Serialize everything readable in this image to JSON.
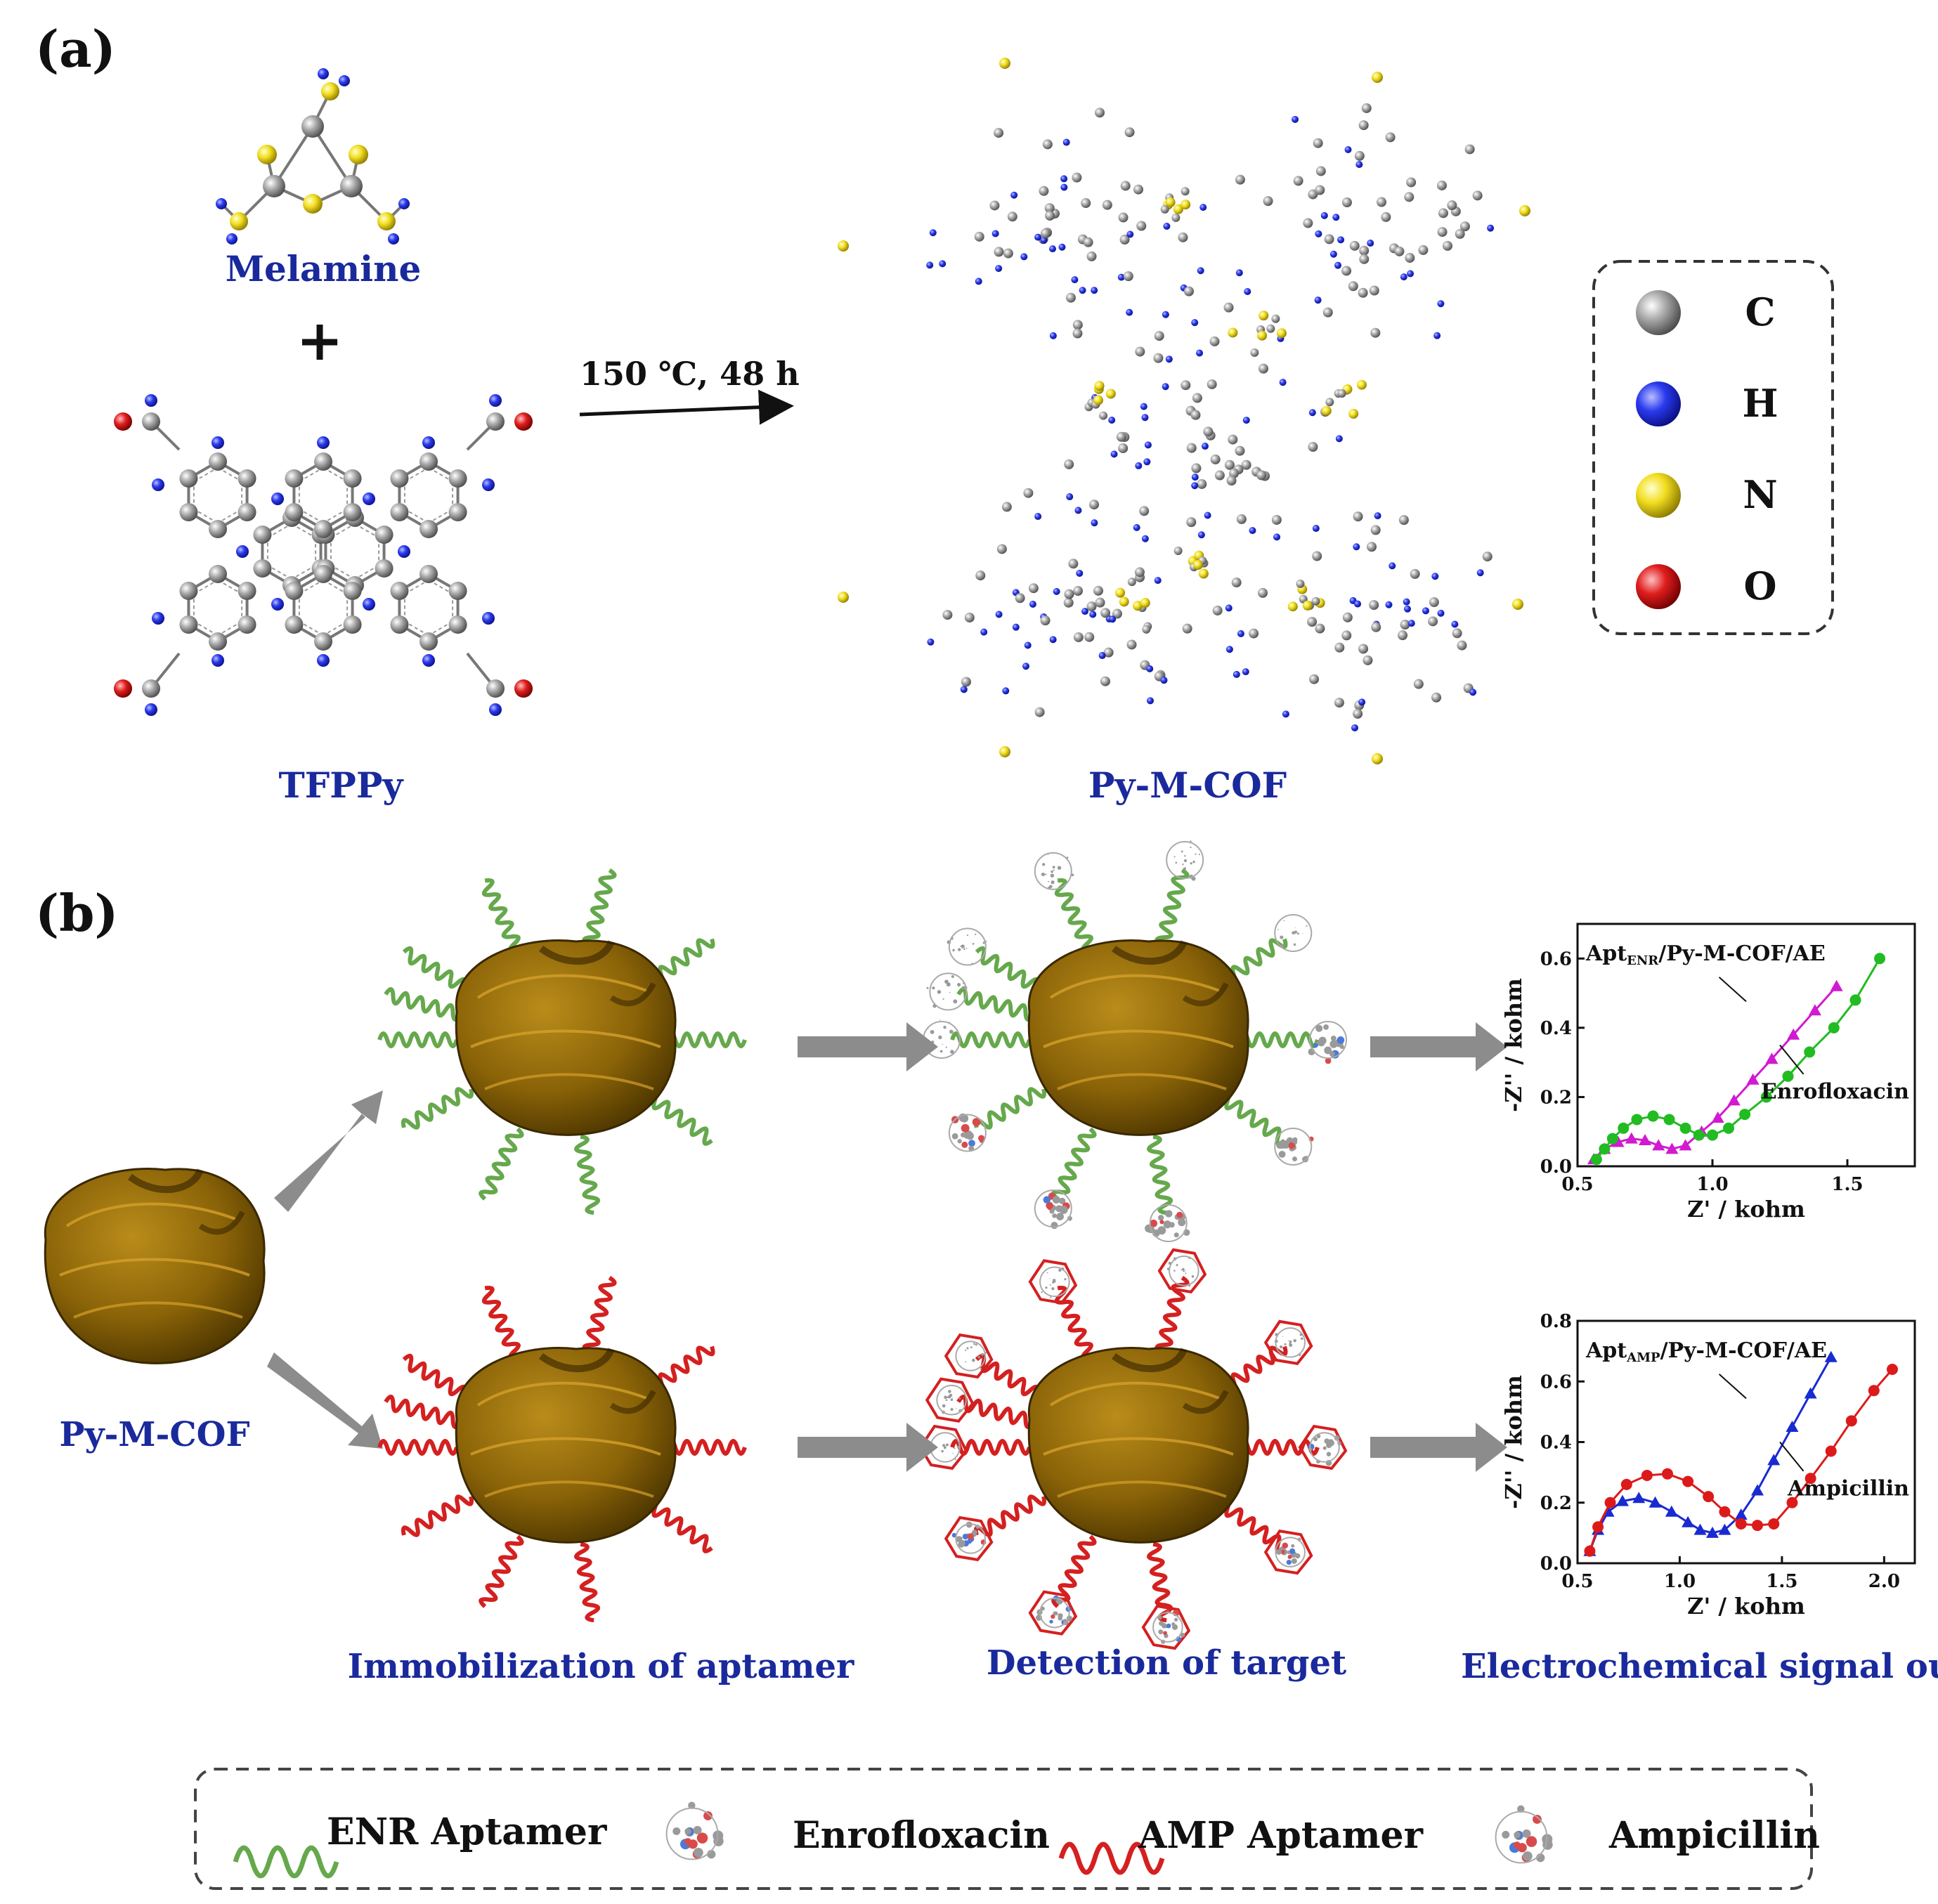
{
  "panel_a": {
    "label": "(a)",
    "melamine": "Melamine",
    "plus": "+",
    "tfppy": "TFPPy",
    "condition": "150 ℃, 48 h",
    "product": "Py-M-COF",
    "element_legend": [
      {
        "symbol": "C",
        "color": "#8a8a8a"
      },
      {
        "symbol": "H",
        "color": "#1f2ee0"
      },
      {
        "symbol": "N",
        "color": "#e6d21a"
      },
      {
        "symbol": "O",
        "color": "#d81818"
      }
    ]
  },
  "panel_b": {
    "label": "(b)",
    "cof_label": "Py-M-COF",
    "step1": "Immobilization of aptamer",
    "step2": "Detection of target",
    "step3": "Electrochemical signal out",
    "legend": {
      "enr_aptamer": "ENR Aptamer",
      "enrofloxacin": "Enrofloxacin",
      "amp_aptamer": "AMP Aptamer",
      "ampicillin": "Ampicillin"
    }
  },
  "chart_data": [
    {
      "type": "scatter",
      "xlabel": "Z' / kohm",
      "ylabel": "-Z'' / kohm",
      "xlim": [
        0.5,
        1.75
      ],
      "ylim": [
        0.0,
        0.7
      ],
      "xticks": [
        "0.5",
        "1.0",
        "1.5"
      ],
      "yticks": [
        "0.0",
        "0.2",
        "0.4",
        "0.6"
      ],
      "annotations": [
        {
          "text": "Apt",
          "sub": "ENR",
          "rest": "/Py-M-COF/AE",
          "color": "#d11ad1"
        },
        {
          "text": "Enrofloxacin",
          "color": "#22bb22"
        }
      ],
      "series": [
        {
          "color": "#d11ad1",
          "marker": "triangle",
          "x": [
            0.56,
            0.6,
            0.65,
            0.7,
            0.75,
            0.8,
            0.85,
            0.9,
            0.96,
            1.02,
            1.08,
            1.15,
            1.22,
            1.3,
            1.38,
            1.46
          ],
          "y": [
            0.02,
            0.05,
            0.07,
            0.08,
            0.075,
            0.06,
            0.05,
            0.06,
            0.1,
            0.14,
            0.19,
            0.25,
            0.31,
            0.38,
            0.45,
            0.52
          ]
        },
        {
          "color": "#22bb22",
          "marker": "circle",
          "x": [
            0.57,
            0.6,
            0.63,
            0.67,
            0.72,
            0.78,
            0.84,
            0.9,
            0.95,
            1.0,
            1.06,
            1.12,
            1.2,
            1.28,
            1.36,
            1.45,
            1.53,
            1.62
          ],
          "y": [
            0.02,
            0.05,
            0.08,
            0.11,
            0.135,
            0.145,
            0.135,
            0.11,
            0.09,
            0.09,
            0.11,
            0.15,
            0.2,
            0.26,
            0.33,
            0.4,
            0.48,
            0.6
          ]
        }
      ]
    },
    {
      "type": "scatter",
      "xlabel": "Z' / kohm",
      "ylabel": "-Z'' / kohm",
      "xlim": [
        0.5,
        2.15
      ],
      "ylim": [
        0.0,
        0.8
      ],
      "xticks": [
        "0.5",
        "1.0",
        "1.5",
        "2.0"
      ],
      "yticks": [
        "0.0",
        "0.2",
        "0.4",
        "0.6",
        "0.8"
      ],
      "annotations": [
        {
          "text": "Apt",
          "sub": "AMP",
          "rest": "/Py-M-COF/AE",
          "color": "#1a2ad1"
        },
        {
          "text": "Ampicillin",
          "color": "#dd1a1a"
        }
      ],
      "series": [
        {
          "color": "#1a2ad1",
          "marker": "triangle",
          "x": [
            0.56,
            0.6,
            0.65,
            0.72,
            0.8,
            0.88,
            0.96,
            1.04,
            1.1,
            1.16,
            1.22,
            1.3,
            1.38,
            1.46,
            1.55,
            1.64,
            1.74
          ],
          "y": [
            0.04,
            0.11,
            0.17,
            0.205,
            0.215,
            0.2,
            0.17,
            0.135,
            0.11,
            0.1,
            0.11,
            0.16,
            0.24,
            0.34,
            0.45,
            0.56,
            0.68
          ]
        },
        {
          "color": "#dd1a1a",
          "marker": "circle",
          "x": [
            0.56,
            0.6,
            0.66,
            0.74,
            0.84,
            0.94,
            1.04,
            1.14,
            1.22,
            1.3,
            1.38,
            1.46,
            1.55,
            1.64,
            1.74,
            1.84,
            1.95,
            2.04
          ],
          "y": [
            0.04,
            0.12,
            0.2,
            0.26,
            0.29,
            0.295,
            0.27,
            0.22,
            0.17,
            0.13,
            0.125,
            0.13,
            0.2,
            0.28,
            0.37,
            0.47,
            0.57,
            0.64
          ]
        }
      ]
    }
  ]
}
